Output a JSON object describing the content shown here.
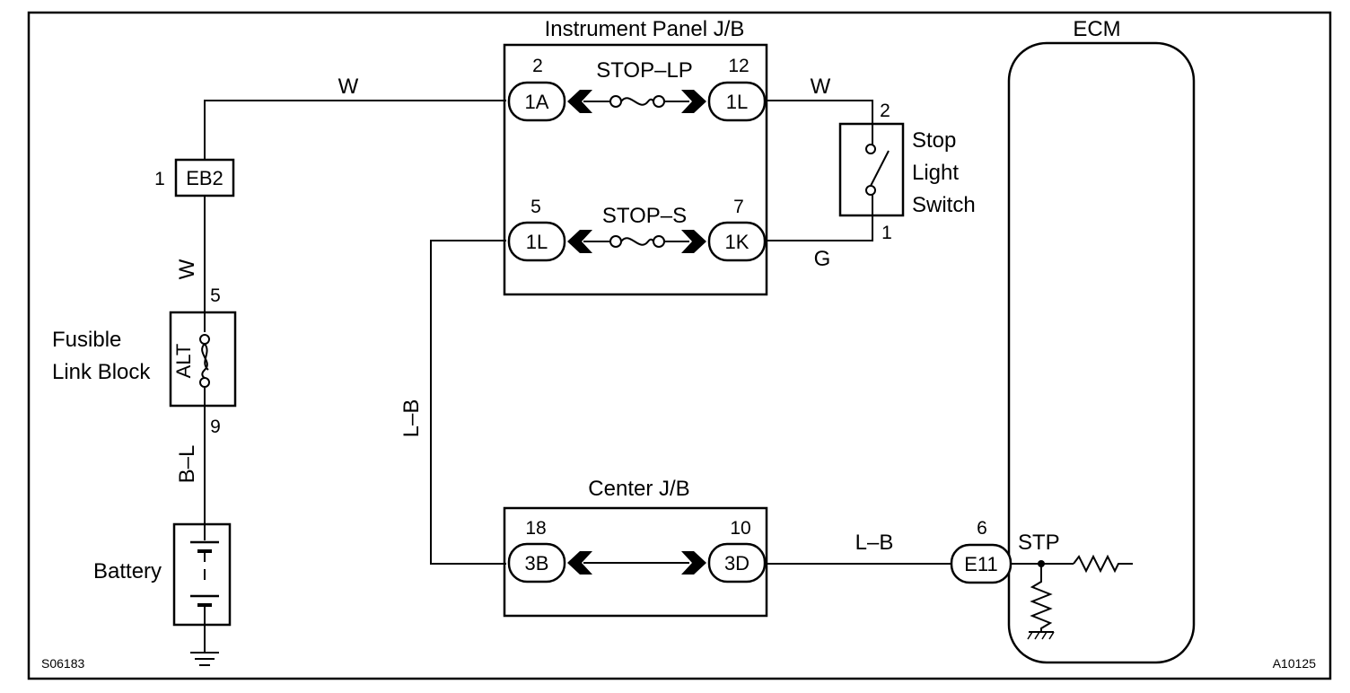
{
  "diagram": {
    "code_left": "S06183",
    "code_right": "A10125",
    "instrument_panel_jb": {
      "title": "Instrument Panel J/B",
      "fuse_top": "STOP–LP",
      "fuse_bottom": "STOP–S",
      "pin_2": "2",
      "pin_12": "12",
      "pin_5": "5",
      "pin_7": "7",
      "conn_1A": "1A",
      "conn_1L_top": "1L",
      "conn_1L_bottom": "1L",
      "conn_1K": "1K"
    },
    "center_jb": {
      "title": "Center J/B",
      "pin_18": "18",
      "pin_10": "10",
      "conn_3B": "3B",
      "conn_3D": "3D"
    },
    "ecm": {
      "title": "ECM",
      "pin_6": "6",
      "conn_E11": "E11",
      "terminal": "STP"
    },
    "stop_light_switch": {
      "line1": "Stop",
      "line2": "Light",
      "line3": "Switch",
      "pin_2": "2",
      "pin_1": "1"
    },
    "eb2": {
      "pin": "1",
      "label": "EB2"
    },
    "fusible_link_block": {
      "line1": "Fusible",
      "line2": "Link Block",
      "fuse": "ALT",
      "pin_5": "5",
      "pin_9": "9"
    },
    "battery": {
      "label": "Battery"
    },
    "wire_colors": {
      "w_top_left": "W",
      "w_top_right": "W",
      "w_vertical": "W",
      "bl": "B–L",
      "g": "G",
      "lb_vertical": "L–B",
      "lb_horizontal": "L–B"
    }
  }
}
